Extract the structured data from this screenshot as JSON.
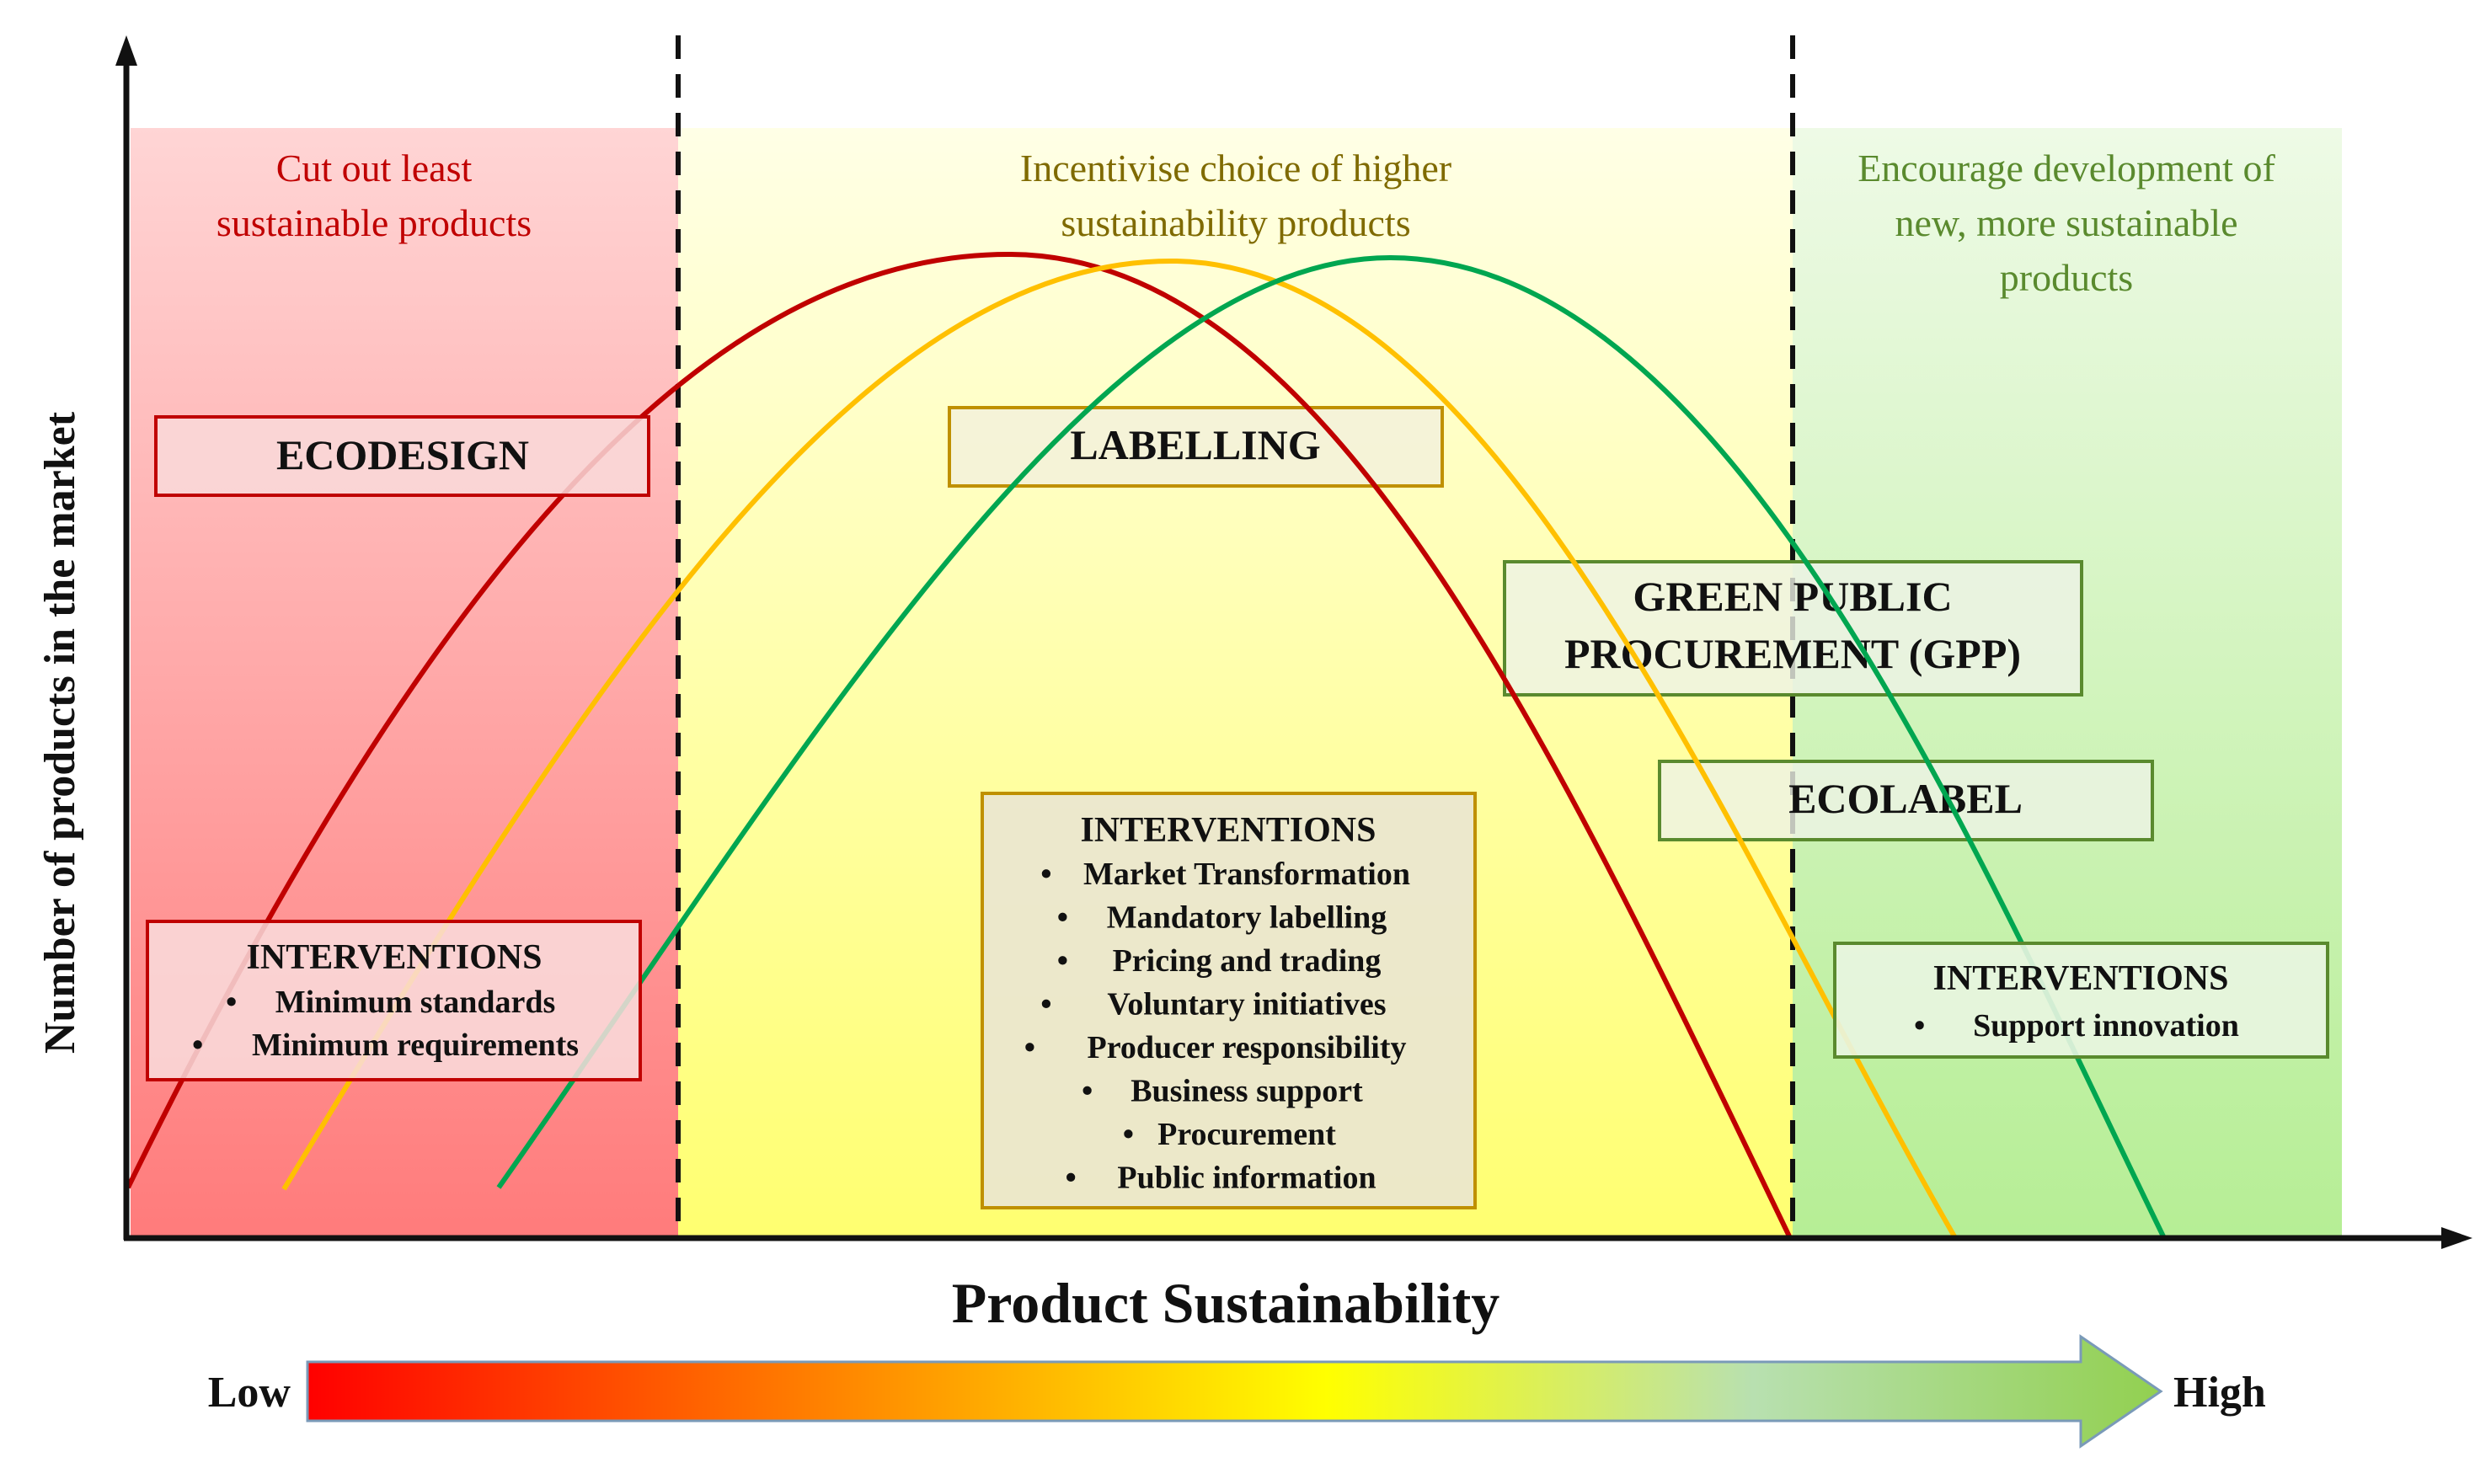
{
  "axes": {
    "y_label": "Number of  products in the market",
    "x_label": "Product Sustainability"
  },
  "zones": [
    {
      "id": "low",
      "title_lines": [
        "Cut out least",
        "sustainable products"
      ],
      "title_color": "#C00000",
      "fill_color": "#F4A5A5"
    },
    {
      "id": "mid",
      "title_lines": [
        "Incentivise choice of higher",
        "sustainability products"
      ],
      "title_color": "#7F6A00",
      "fill_color": "#FFFF99"
    },
    {
      "id": "high",
      "title_lines": [
        "Encourage development of",
        "new, more sustainable",
        "products"
      ],
      "title_color": "#5A8A2E",
      "fill_color": "#C2EDA8"
    }
  ],
  "curves": [
    {
      "id": "red",
      "color": "#C00000"
    },
    {
      "id": "orange",
      "color": "#FFC000"
    },
    {
      "id": "green",
      "color": "#00A650"
    }
  ],
  "policy_boxes": [
    {
      "id": "ecodesign",
      "lines": [
        "ECODESIGN"
      ],
      "border_color": "#C00000"
    },
    {
      "id": "labelling",
      "lines": [
        "LABELLING"
      ],
      "border_color": "#BF9000"
    },
    {
      "id": "gpp",
      "lines": [
        "GREEN PUBLIC",
        "PROCUREMENT (GPP)"
      ],
      "border_color": "#5A8A2E"
    },
    {
      "id": "ecolabel",
      "lines": [
        "ECOLABEL"
      ],
      "border_color": "#5A8A2E"
    }
  ],
  "intervention_boxes": [
    {
      "id": "low",
      "title": "INTERVENTIONS",
      "border_color": "#C00000",
      "items": [
        "Minimum standards",
        "Minimum requirements"
      ]
    },
    {
      "id": "mid",
      "title": "INTERVENTIONS",
      "border_color": "#BF9000",
      "items": [
        "Market Transformation",
        "Mandatory labelling",
        "Pricing and trading",
        "Voluntary initiatives",
        "Producer responsibility",
        "Business support",
        "Procurement",
        "Public information"
      ]
    },
    {
      "id": "high",
      "title": "INTERVENTIONS",
      "border_color": "#5A8A2E",
      "items": [
        "Support innovation"
      ]
    }
  ],
  "scale": {
    "low_label": "Low",
    "high_label": "High",
    "gradient_colors": [
      "#FF0000",
      "#FF8C00",
      "#FFFF00",
      "#B8E0B0",
      "#92D050"
    ]
  }
}
